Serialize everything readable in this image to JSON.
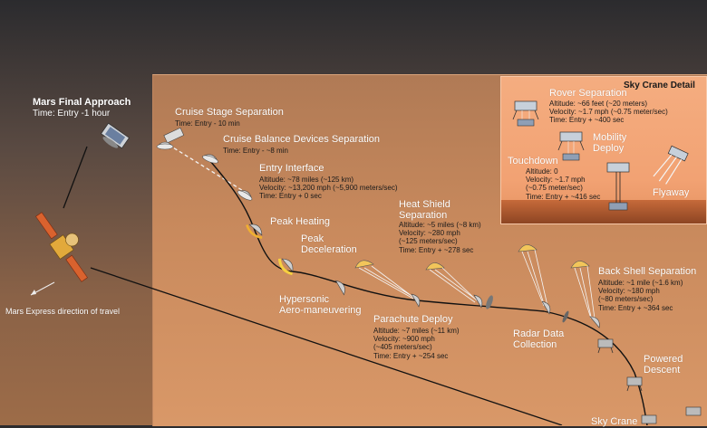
{
  "left": {
    "approach_title": "Mars Final Approach",
    "approach_time": "Time: Entry -1 hour",
    "mars_express_label": "Mars Express direction of travel"
  },
  "inset": {
    "title": "Sky Crane Detail",
    "rover_sep_title": "Rover Separation",
    "rover_sep_lines": [
      "Altitude: ~66 feet (~20 meters)",
      "Velocity: ~1.7 mph (~0.75 meter/sec)",
      "Time: Entry + ~400 sec"
    ],
    "mobility": [
      "Mobility",
      "Deploy"
    ],
    "touchdown_title": "Touchdown",
    "touchdown_lines": [
      "Altitude: 0",
      "Velocity: ~1.7 mph",
      "(~0.75 meter/sec)",
      "Time: Entry + ~416 sec"
    ],
    "flyaway": "Flyaway"
  },
  "events": {
    "cruise_stage": {
      "title": "Cruise Stage Separation",
      "lines": [
        "Time: Entry - 10 min"
      ]
    },
    "cruise_balance": {
      "title": "Cruise Balance Devices Separation",
      "lines": [
        "Time: Entry - ~8 min"
      ]
    },
    "entry_interface": {
      "title": "Entry Interface",
      "lines": [
        "Altitude: ~78 miles (~125 km)",
        "Velocity: ~13,200 mph (~5,900 meters/sec)",
        "Time: Entry + 0 sec"
      ]
    },
    "peak_heating": {
      "title": "Peak Heating"
    },
    "peak_decel": {
      "title": [
        "Peak",
        "Deceleration"
      ]
    },
    "hypersonic": {
      "title": [
        "Hypersonic",
        "Aero-maneuvering"
      ]
    },
    "heat_shield": {
      "title": [
        "Heat Shield",
        "Separation"
      ],
      "lines": [
        "Altitude: ~5 miles (~8 km)",
        "Velocity: ~280 mph",
        "(~125 meters/sec)",
        "Time: Entry + ~278 sec"
      ]
    },
    "parachute": {
      "title": "Parachute Deploy",
      "lines": [
        "Altitude: ~7 miles (~11 km)",
        "Velocity: ~900 mph",
        "(~405 meters/sec)",
        "Time: Entry + ~254 sec"
      ]
    },
    "radar": {
      "title": [
        "Radar Data",
        "Collection"
      ]
    },
    "back_shell": {
      "title": "Back Shell Separation",
      "lines": [
        "Altitude: ~1 mile (~1.6 km)",
        "Velocity: ~180 mph",
        "(~80 meters/sec)",
        "Time: Entry + ~364 sec"
      ]
    },
    "powered": {
      "title": [
        "Powered",
        "Descent"
      ]
    },
    "sky_crane": {
      "title": "Sky Crane"
    }
  }
}
